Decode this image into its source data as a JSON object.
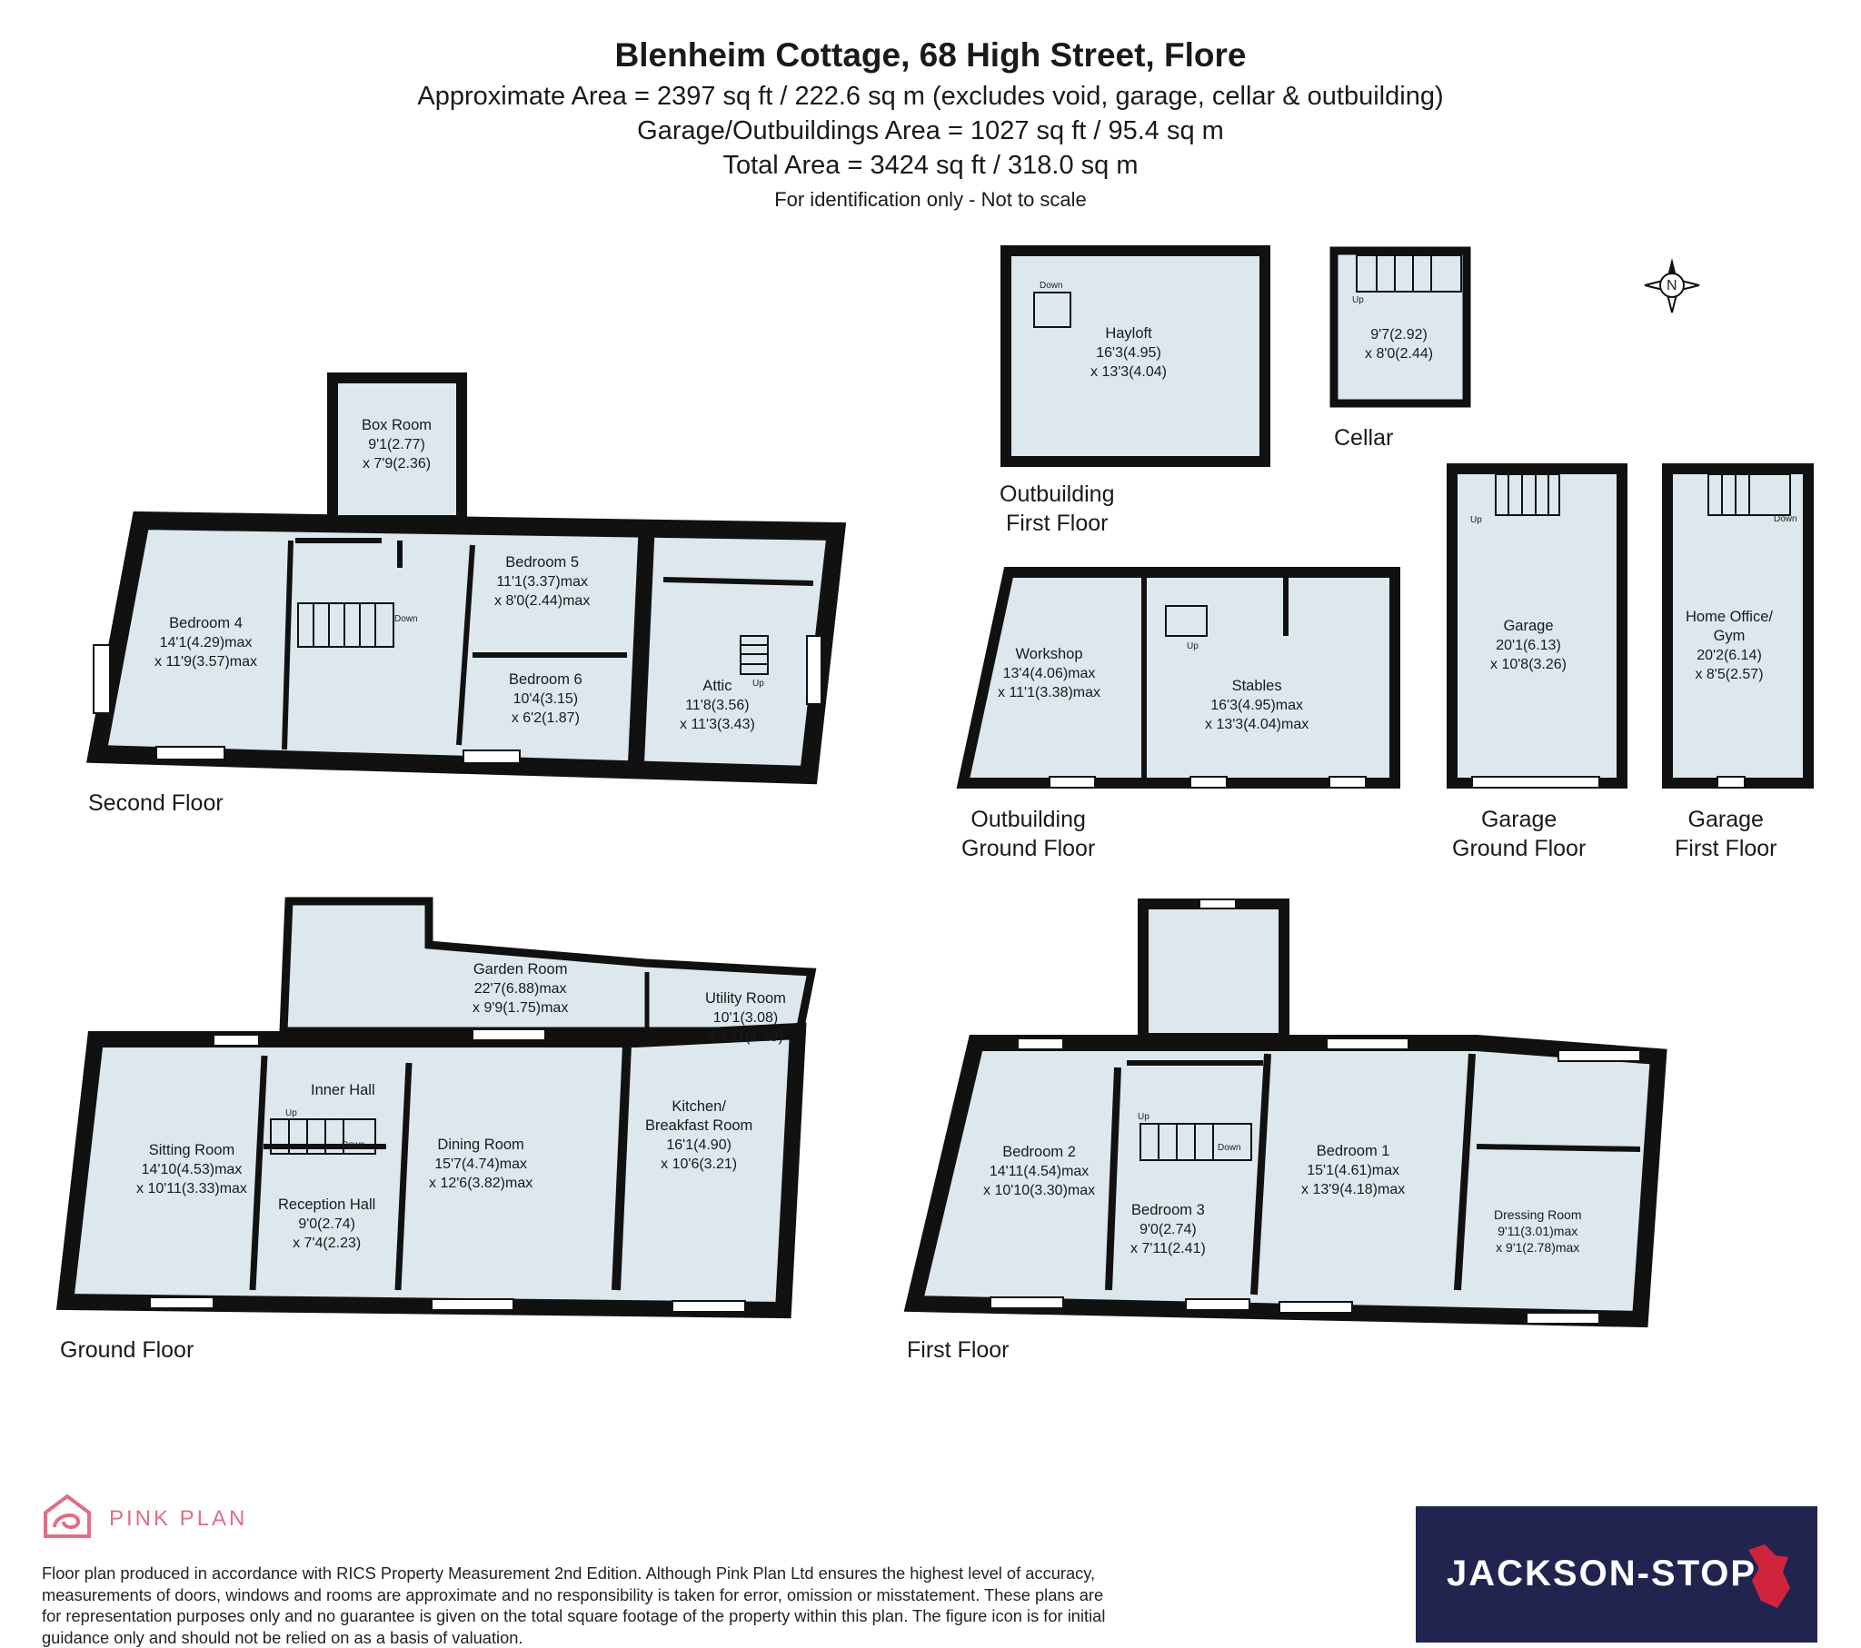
{
  "header": {
    "title": "Blenheim Cottage, 68 High Street, Flore",
    "approx_area": "Approximate Area = 2397 sq ft / 222.6 sq m (excludes void, garage, cellar & outbuilding)",
    "garage_area": "Garage/Outbuildings Area = 1027 sq ft / 95.4 sq m",
    "total_area": "Total Area = 3424 sq ft / 318.0 sq m",
    "note": "For identification only - Not to scale"
  },
  "colors": {
    "room_fill": "#dde7ee",
    "wall": "#111111",
    "brand_pink": "#e06f86",
    "brand_navy": "#21244f",
    "brand_red": "#d2233c"
  },
  "compass": {
    "label": "N",
    "icon": "north-arrow-icon"
  },
  "floors": {
    "second": "Second Floor",
    "ground": "Ground Floor",
    "first": "First Floor",
    "outbuilding_first": "Outbuilding\nFirst Floor",
    "outbuilding_ground": "Outbuilding\nGround Floor",
    "cellar": "Cellar",
    "garage_ground": "Garage\nGround Floor",
    "garage_first": "Garage\nFirst Floor"
  },
  "rooms": {
    "box_room": {
      "name": "Box Room",
      "dims": "9'1(2.77)\nx 7'9(2.36)"
    },
    "bedroom4": {
      "name": "Bedroom 4",
      "dims": "14'1(4.29)max\nx 11'9(3.57)max"
    },
    "bedroom5": {
      "name": "Bedroom 5",
      "dims": "11'1(3.37)max\nx 8'0(2.44)max"
    },
    "bedroom6": {
      "name": "Bedroom 6",
      "dims": "10'4(3.15)\nx 6'2(1.87)"
    },
    "attic": {
      "name": "Attic",
      "dims": "11'8(3.56)\nx 11'3(3.43)"
    },
    "hayloft": {
      "name": "Hayloft",
      "dims": "16'3(4.95)\nx 13'3(4.04)"
    },
    "cellar": {
      "name": "",
      "dims": "9'7(2.92)\nx 8'0(2.44)"
    },
    "workshop": {
      "name": "Workshop",
      "dims": "13'4(4.06)max\nx 11'1(3.38)max"
    },
    "stables": {
      "name": "Stables",
      "dims": "16'3(4.95)max\nx 13'3(4.04)max"
    },
    "garage": {
      "name": "Garage",
      "dims": "20'1(6.13)\nx 10'8(3.26)"
    },
    "home_office": {
      "name": "Home Office/\nGym",
      "dims": "20'2(6.14)\nx 8'5(2.57)"
    },
    "garden_room": {
      "name": "Garden Room",
      "dims": "22'7(6.88)max\nx 9'9(1.75)max"
    },
    "utility_room": {
      "name": "Utility Room",
      "dims": "10'1(3.08)\nx 4'11(1.49)"
    },
    "inner_hall": {
      "name": "Inner Hall",
      "dims": ""
    },
    "sitting_room": {
      "name": "Sitting Room",
      "dims": "14'10(4.53)max\nx 10'11(3.33)max"
    },
    "dining_room": {
      "name": "Dining Room",
      "dims": "15'7(4.74)max\nx 12'6(3.82)max"
    },
    "kitchen": {
      "name": "Kitchen/\nBreakfast Room",
      "dims": "16'1(4.90)\nx 10'6(3.21)"
    },
    "reception_hall": {
      "name": "Reception Hall",
      "dims": "9'0(2.74)\nx 7'4(2.23)"
    },
    "bedroom2": {
      "name": "Bedroom 2",
      "dims": "14'11(4.54)max\nx 10'10(3.30)max"
    },
    "bedroom3": {
      "name": "Bedroom 3",
      "dims": "9'0(2.74)\nx 7'11(2.41)"
    },
    "bedroom1": {
      "name": "Bedroom 1",
      "dims": "15'1(4.61)max\nx 13'9(4.18)max"
    },
    "dressing_room": {
      "name": "Dressing Room",
      "dims": "9'11(3.01)max\nx 9'1(2.78)max"
    }
  },
  "stair_labels": {
    "up": "Up",
    "down": "Down"
  },
  "footer": {
    "pink_plan": "PINK PLAN",
    "disclaimer": "Floor plan produced in accordance with RICS Property Measurement 2nd Edition. Although Pink Plan Ltd ensures the highest level of accuracy, measurements of doors, windows and rooms are approximate and no responsibility is taken for error, omission or misstatement. These plans are for representation purposes only and no guarantee is given on the total square footage of the property within this plan. The figure icon is for initial guidance only and should not be relied on as a basis of valuation.",
    "agent": "JACKSON-STOPS"
  }
}
